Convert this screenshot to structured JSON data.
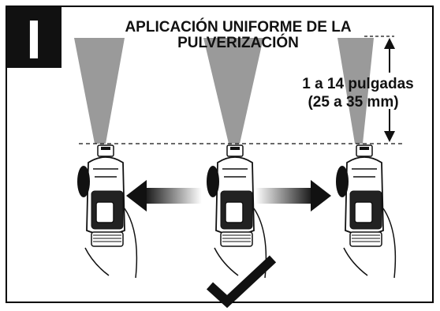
{
  "step_badge": "I",
  "title": {
    "line1": "APLICACIÓN UNIFORME DE LA",
    "line2": "PULVERIZACIÓN"
  },
  "distance": {
    "line1": "1 a 14 pulgadas",
    "line2": "(25 a 35 mm)"
  },
  "icons": {
    "check": "checkmark-icon",
    "left_arrow": "arrow-left-icon",
    "right_arrow": "arrow-right-icon",
    "distance_arrow": "double-arrow-vertical-icon"
  },
  "colors": {
    "border": "#000000",
    "badge_bg": "#111111",
    "spray": "#9a9a9a",
    "ink": "#111111"
  }
}
